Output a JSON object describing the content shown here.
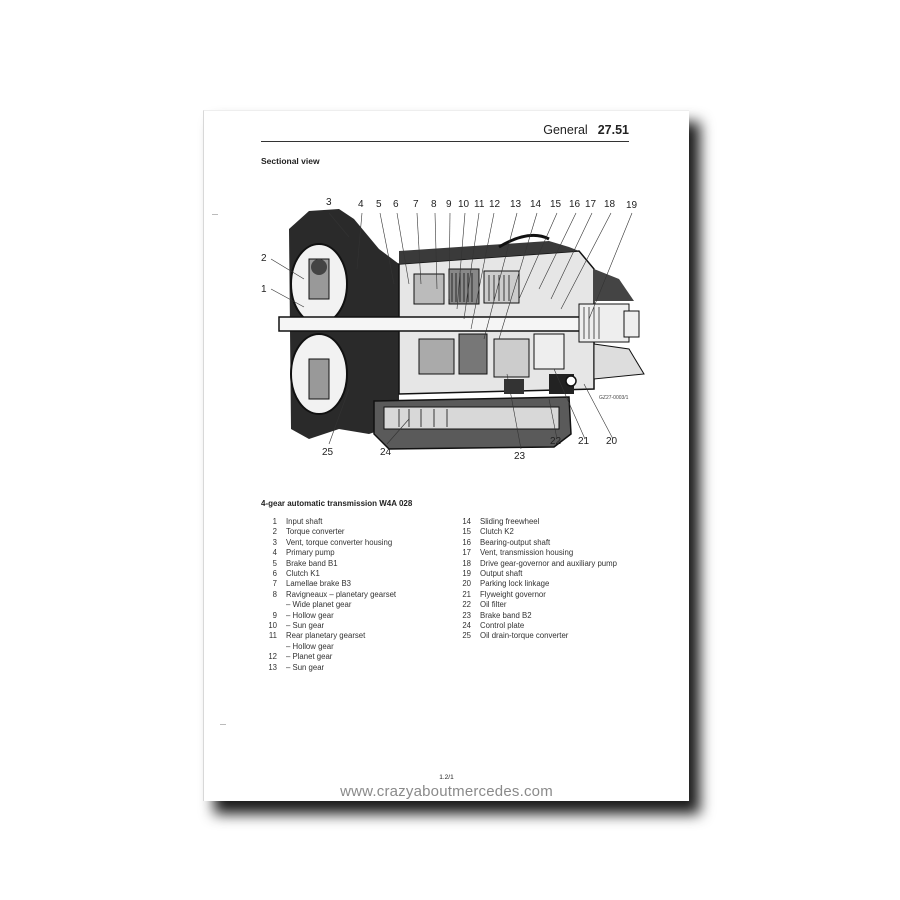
{
  "header": {
    "chapter": "General",
    "section_number": "27.51"
  },
  "section_title": "Sectional view",
  "diagram": {
    "reference_code": "GZ27-0003/1",
    "callouts_top": [
      "3",
      "4",
      "5",
      "6",
      "7",
      "8",
      "9",
      "10",
      "11",
      "12",
      "13",
      "14",
      "15",
      "16",
      "17",
      "18",
      "19"
    ],
    "callouts_left": [
      "2",
      "1"
    ],
    "callouts_bottom": [
      "25",
      "24",
      "23",
      "22",
      "21",
      "20"
    ]
  },
  "legend": {
    "title": "4-gear automatic transmission W4A 028",
    "column1": [
      {
        "num": "1",
        "label": "Input shaft"
      },
      {
        "num": "2",
        "label": "Torque converter"
      },
      {
        "num": "3",
        "label": "Vent, torque converter housing"
      },
      {
        "num": "4",
        "label": "Primary pump"
      },
      {
        "num": "5",
        "label": "Brake band B1"
      },
      {
        "num": "6",
        "label": "Clutch K1"
      },
      {
        "num": "7",
        "label": "Lamellae brake B3"
      },
      {
        "num": "8",
        "label": "Ravigneaux – planetary gearset"
      },
      {
        "num": "",
        "label": "– Wide planet gear"
      },
      {
        "num": "9",
        "label": "– Hollow gear"
      },
      {
        "num": "10",
        "label": "– Sun gear"
      },
      {
        "num": "11",
        "label": "Rear planetary gearset"
      },
      {
        "num": "",
        "label": "– Hollow gear"
      },
      {
        "num": "12",
        "label": "– Planet gear"
      },
      {
        "num": "13",
        "label": "– Sun gear"
      }
    ],
    "column2": [
      {
        "num": "14",
        "label": "Sliding freewheel"
      },
      {
        "num": "15",
        "label": "Clutch K2"
      },
      {
        "num": "16",
        "label": "Bearing-output shaft"
      },
      {
        "num": "17",
        "label": "Vent, transmission housing"
      },
      {
        "num": "18",
        "label": "Drive gear-governor and auxiliary pump"
      },
      {
        "num": "19",
        "label": "Output shaft"
      },
      {
        "num": "20",
        "label": "Parking lock linkage"
      },
      {
        "num": "21",
        "label": "Flyweight governor"
      },
      {
        "num": "22",
        "label": "Oil filter"
      },
      {
        "num": "23",
        "label": "Brake band B2"
      },
      {
        "num": "24",
        "label": "Control plate"
      },
      {
        "num": "25",
        "label": "Oil drain-torque converter"
      }
    ]
  },
  "footer": {
    "page_number": "1.2/1",
    "watermark": "www.crazyaboutmercedes.com"
  },
  "colors": {
    "page": "#ffffff",
    "shadow": "#1a1a1a",
    "text": "#222222",
    "watermark": "#8a8a8a"
  }
}
